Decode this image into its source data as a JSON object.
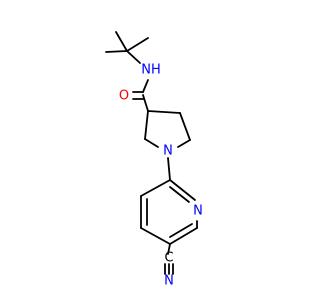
{
  "molecule": {
    "atoms": {
      "nh": {
        "label": "NH",
        "color": "#0000ff"
      },
      "o": {
        "label": "O",
        "color": "#ff0000"
      },
      "n_pyrrolidine": {
        "label": "N",
        "color": "#0000ff"
      },
      "n_pyridine": {
        "label": "N",
        "color": "#0000ff"
      },
      "n_nitrile": {
        "label": "N",
        "color": "#0000ff"
      },
      "c_nitrile": {
        "label": "C",
        "color": "#000000"
      }
    },
    "colors": {
      "bond": "#000000",
      "nitrogen": "#0000ff",
      "oxygen": "#ff0000",
      "background": "#ffffff"
    }
  }
}
